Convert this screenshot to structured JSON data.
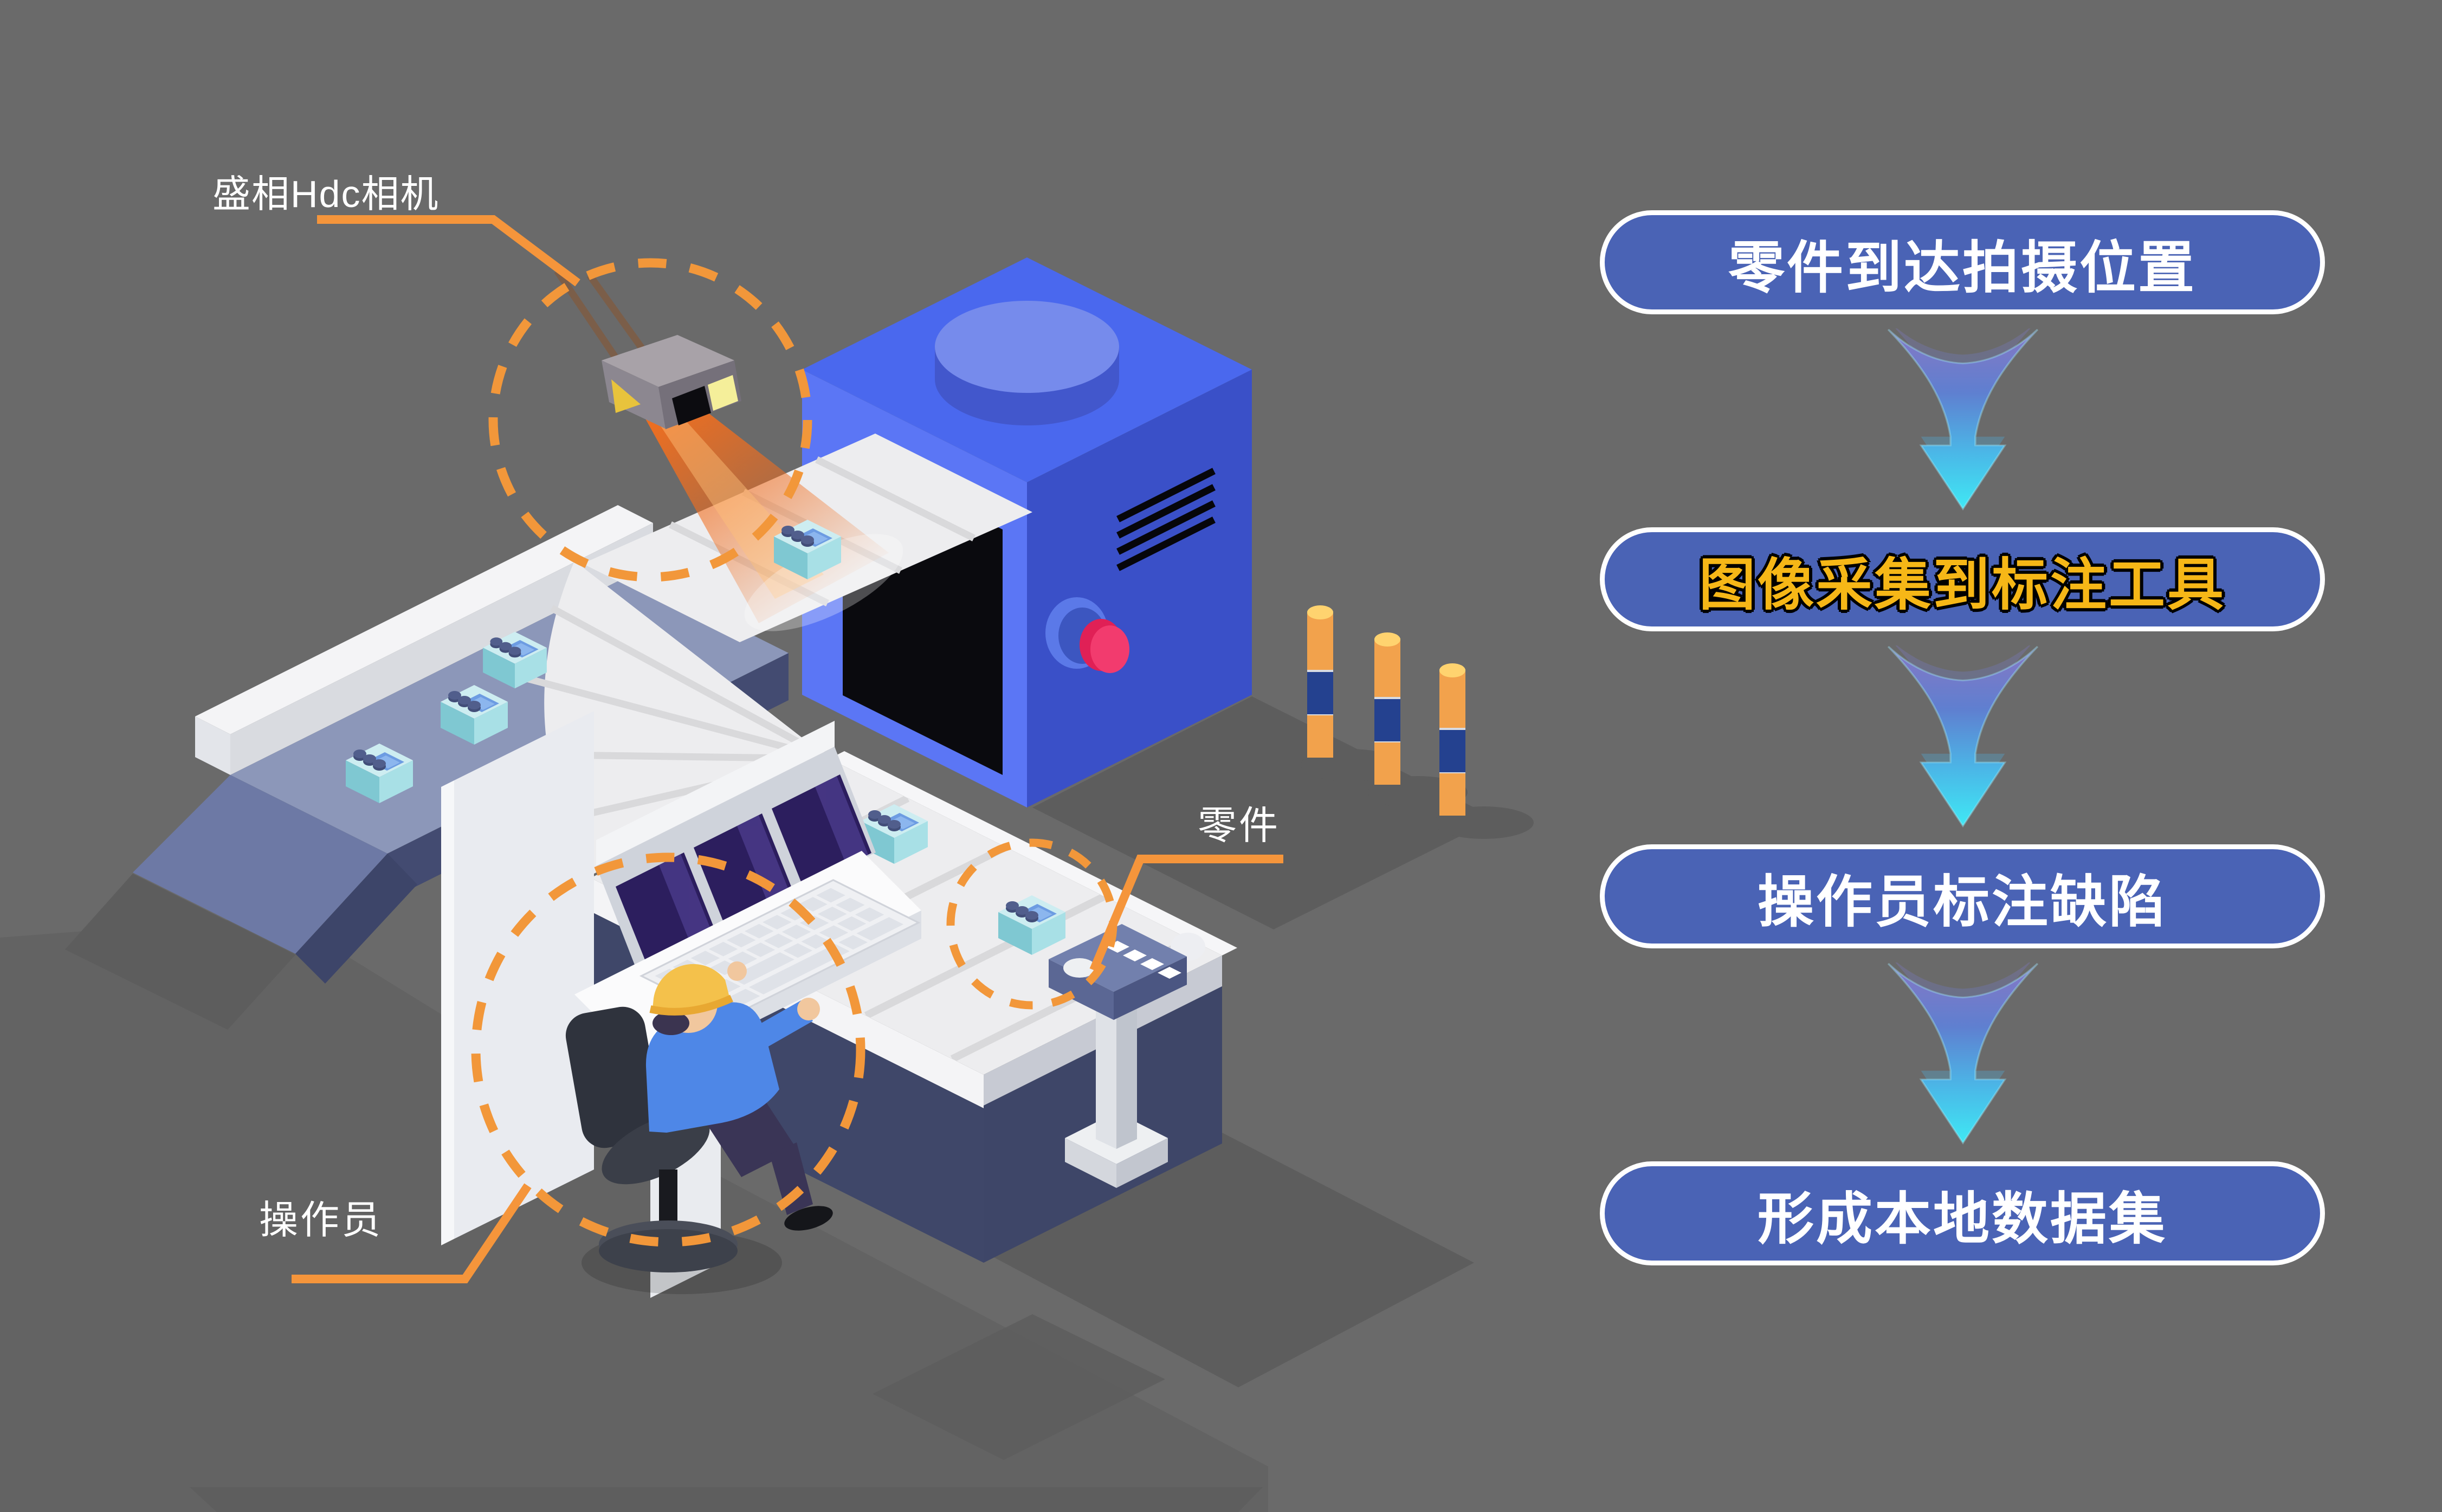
{
  "scene": {
    "background_color": "#6a6a6a",
    "annotation_color": "#f5953b",
    "labels": {
      "camera": "盛相Hdc相机",
      "part": "零件",
      "operator": "操作员"
    }
  },
  "flowchart": {
    "box_color": "#4a63b5",
    "box_border_color": "#ffffff",
    "text_color": "#ffffff",
    "highlight_text_color": "#f6b717",
    "arrow_top_color": "#8678c4",
    "arrow_bottom_color": "#3fe8f4",
    "steps": [
      {
        "label": "零件到达拍摄位置",
        "highlighted": false
      },
      {
        "label": "图像采集到标注工具",
        "highlighted": true
      },
      {
        "label": "操作员标注缺陷",
        "highlighted": false
      },
      {
        "label": "形成本地数据集",
        "highlighted": false
      }
    ]
  }
}
